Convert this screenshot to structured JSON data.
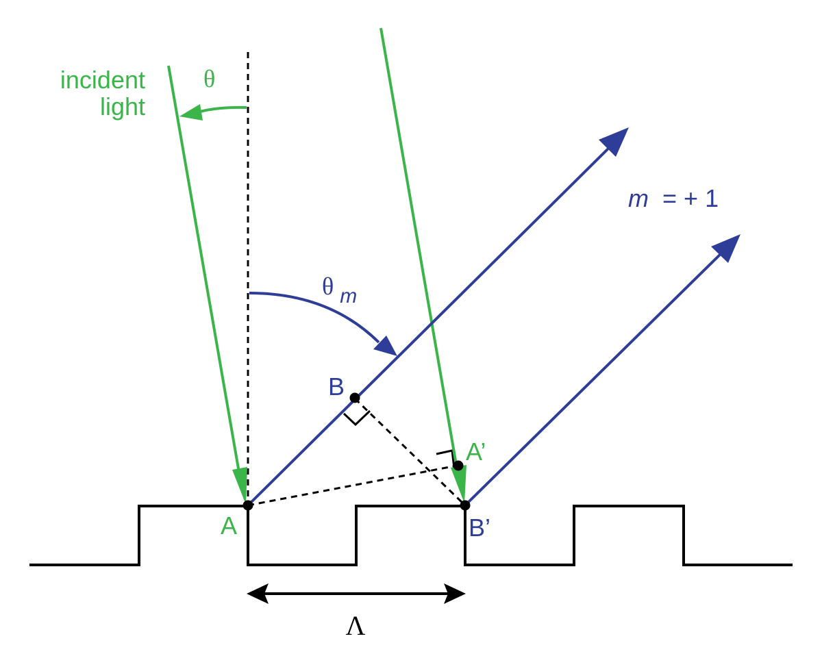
{
  "colors": {
    "incident": "#3bb54a",
    "diffracted": "#2e3d97",
    "structure": "#000000"
  },
  "labels": {
    "incident_line1": "incident",
    "incident_line2": "light",
    "theta": "θ",
    "theta_m_base": "θ",
    "theta_m_sub": "m",
    "order_m": "m",
    "order_rest": " = + 1",
    "point_A": "A",
    "point_A_prime": "A’",
    "point_B": "B",
    "point_B_prime": "B’",
    "period": "Λ"
  }
}
